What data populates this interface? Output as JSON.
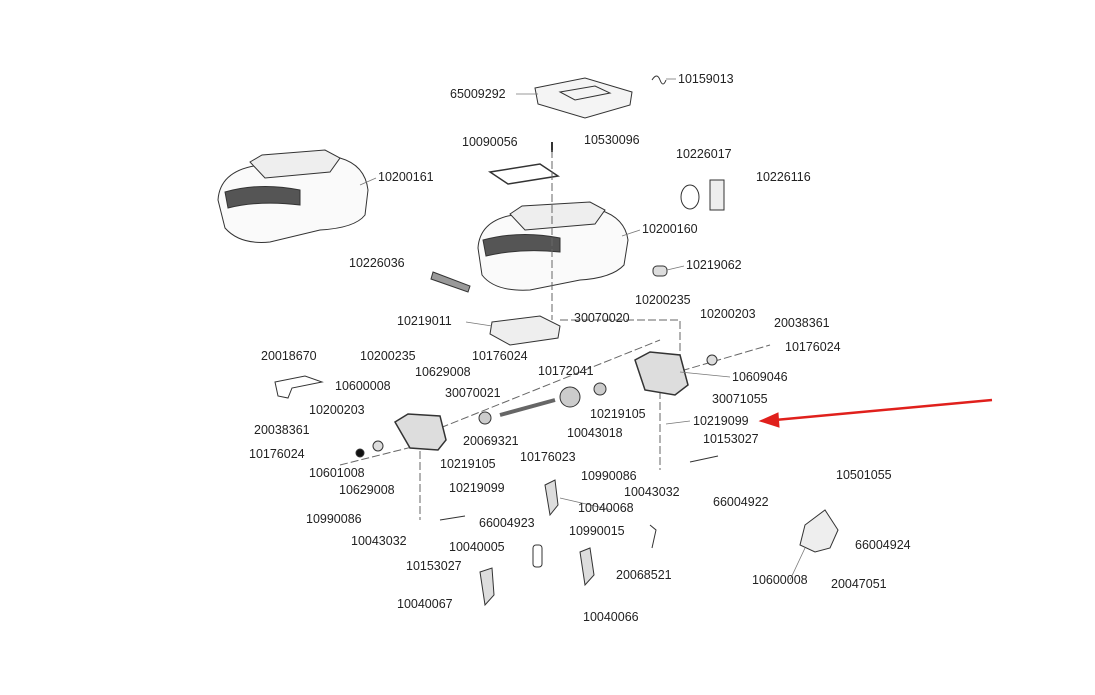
{
  "diagram": {
    "type": "exploded-parts-diagram",
    "highlight_color": "#e0201c",
    "highlighted_part": "10219099",
    "labels": [
      {
        "id": "l1",
        "text": "10159013"
      },
      {
        "id": "l2",
        "text": "65009292"
      },
      {
        "id": "l3",
        "text": "10090056"
      },
      {
        "id": "l4",
        "text": "10530096"
      },
      {
        "id": "l5",
        "text": "10226017"
      },
      {
        "id": "l6",
        "text": "10226116"
      },
      {
        "id": "l7",
        "text": "10200161"
      },
      {
        "id": "l8",
        "text": "10200160"
      },
      {
        "id": "l9",
        "text": "10226036"
      },
      {
        "id": "l10",
        "text": "10219062"
      },
      {
        "id": "l11",
        "text": "10200235"
      },
      {
        "id": "l12",
        "text": "10200203"
      },
      {
        "id": "l13",
        "text": "20038361"
      },
      {
        "id": "l14",
        "text": "10176024"
      },
      {
        "id": "l15",
        "text": "10219011"
      },
      {
        "id": "l16",
        "text": "30070020"
      },
      {
        "id": "l17",
        "text": "20018670"
      },
      {
        "id": "l18",
        "text": "10200235"
      },
      {
        "id": "l19",
        "text": "10176024"
      },
      {
        "id": "l20",
        "text": "10629008"
      },
      {
        "id": "l21",
        "text": "10600008"
      },
      {
        "id": "l22",
        "text": "30070021"
      },
      {
        "id": "l23",
        "text": "10172041"
      },
      {
        "id": "l24",
        "text": "10609046"
      },
      {
        "id": "l25",
        "text": "30071055"
      },
      {
        "id": "l26",
        "text": "10200203"
      },
      {
        "id": "l27",
        "text": "10219105"
      },
      {
        "id": "l28",
        "text": "10219099"
      },
      {
        "id": "l29",
        "text": "20038361"
      },
      {
        "id": "l30",
        "text": "20069321"
      },
      {
        "id": "l31",
        "text": "10043018"
      },
      {
        "id": "l32",
        "text": "10176024"
      },
      {
        "id": "l33",
        "text": "10601008"
      },
      {
        "id": "l34",
        "text": "10219105"
      },
      {
        "id": "l35",
        "text": "10176023"
      },
      {
        "id": "l36",
        "text": "10153027"
      },
      {
        "id": "l37",
        "text": "10990086"
      },
      {
        "id": "l38",
        "text": "10043032"
      },
      {
        "id": "l39",
        "text": "10629008"
      },
      {
        "id": "l40",
        "text": "10219099"
      },
      {
        "id": "l41",
        "text": "66004922"
      },
      {
        "id": "l42",
        "text": "10501055"
      },
      {
        "id": "l43",
        "text": "10040068"
      },
      {
        "id": "l44",
        "text": "10990086"
      },
      {
        "id": "l45",
        "text": "66004923"
      },
      {
        "id": "l46",
        "text": "10990015"
      },
      {
        "id": "l47",
        "text": "10043032"
      },
      {
        "id": "l48",
        "text": "10040005"
      },
      {
        "id": "l49",
        "text": "66004924"
      },
      {
        "id": "l50",
        "text": "20068521"
      },
      {
        "id": "l51",
        "text": "10153027"
      },
      {
        "id": "l52",
        "text": "10600008"
      },
      {
        "id": "l53",
        "text": "20047051"
      },
      {
        "id": "l54",
        "text": "10040067"
      },
      {
        "id": "l55",
        "text": "10040066"
      }
    ]
  }
}
